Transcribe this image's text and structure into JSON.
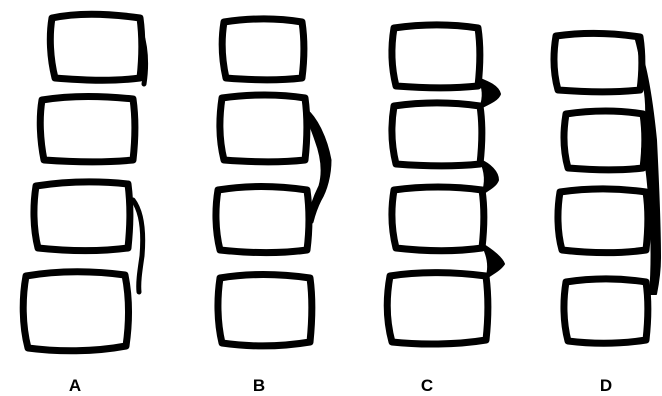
{
  "figure": {
    "panels": [
      {
        "label": "A"
      },
      {
        "label": "B"
      },
      {
        "label": "C"
      },
      {
        "label": "D"
      }
    ],
    "colors": {
      "outline": "#000000",
      "background": "#ffffff"
    }
  }
}
